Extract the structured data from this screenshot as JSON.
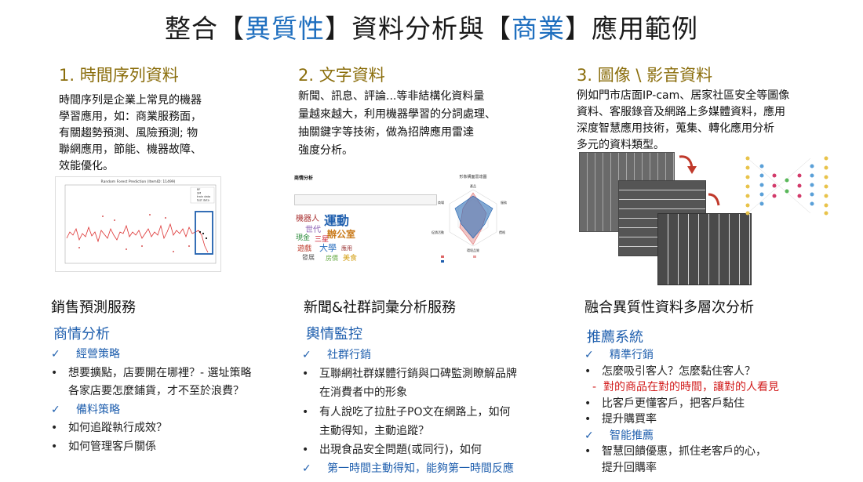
{
  "title": {
    "p1": "整合【",
    "h1": "異質性",
    "p2": "】資料分析與【",
    "h2": "商業",
    "p3": "】應用範例"
  },
  "col1": {
    "heading": "1. 時間序列資料",
    "desc": [
      "時間序列是企業上常見的機器",
      "學習應用，如：商業服務面，",
      "有關趨勢預測、風險預測; 物",
      "聯網應用，節能、機器故障、",
      "效能優化。"
    ],
    "chart_title": "Random Forest Prediction (ItemID: 11499)",
    "legend": [
      "RF",
      "SM",
      "train data",
      "test data"
    ],
    "service": "銷售預測服務",
    "cat": "商情分析",
    "items": [
      {
        "mark": "✓",
        "text": "經營策略",
        "style": "check"
      },
      {
        "mark": "•",
        "text": "想要擴點，店要開在哪裡？- 選址策略",
        "style": "plain"
      },
      {
        "mark": "",
        "text": "各家店要怎麼鋪貨，才不至於浪費？",
        "style": "plain"
      },
      {
        "mark": "✓",
        "text": "備料策略",
        "style": "check"
      },
      {
        "mark": "•",
        "text": "如何追蹤執行成效？",
        "style": "plain"
      },
      {
        "mark": "•",
        "text": "如何管理客戶關係",
        "style": "plain"
      }
    ]
  },
  "col2": {
    "heading": "2. 文字資料",
    "desc": [
      "新聞、訊息、評論...等非結構化資料量",
      "量越來越大，利用機器學習的分詞處理、",
      "抽關鍵字等技術，做為招牌應用雷達",
      "強度分析。"
    ],
    "panel_title": "商情分析",
    "radar_title": "形象構面雷達圖",
    "radar_labels": [
      "產品",
      "服務",
      "價格",
      "環境品質",
      "促銷活動",
      "商場"
    ],
    "wordcloud": [
      "機器人",
      "運動",
      "世代",
      "辦公室",
      "現金",
      "三星",
      "遊戲",
      "大學",
      "發展",
      "房價",
      "美食",
      "應用"
    ],
    "service": "新聞&社群詞彙分析服務",
    "cat": "輿情監控",
    "items": [
      {
        "mark": "✓",
        "text": "社群行銷",
        "style": "check"
      },
      {
        "mark": "•",
        "text": "互聯網社群媒體行銷與口碑監測瞭解品牌",
        "style": "plain"
      },
      {
        "mark": "",
        "text": "在消費者中的形象",
        "style": "plain"
      },
      {
        "mark": "•",
        "text": "有人說吃了拉肚子PO文在網路上，如何",
        "style": "plain"
      },
      {
        "mark": "",
        "text": "主動得知，主動追蹤？",
        "style": "plain"
      },
      {
        "mark": "•",
        "text": "出現食品安全問題(或同行)，如何",
        "style": "plain"
      },
      {
        "mark": "✓",
        "text": "第一時間主動得知，能夠第一時間反應",
        "style": "check"
      }
    ]
  },
  "col3": {
    "heading": "3. 圖像 \\ 影音資料",
    "desc": [
      "例如門市店面IP-cam、居家社區安全等圖像",
      "資料、客服錄音及網路上多媒體資料，應用",
      "深度智慧應用技術，蒐集、轉化應用分析",
      "多元的資料類型。"
    ],
    "service": "融合異質性資料多層次分析",
    "cat": "推薦系統",
    "items": [
      {
        "mark": "✓",
        "text": "精準行銷",
        "style": "check"
      },
      {
        "mark": "•",
        "text": "怎麼吸引客人？怎麼黏住客人？",
        "style": "plain"
      },
      {
        "mark": "-",
        "text": "對的商品在對的時間，讓對的人看見",
        "style": "red"
      },
      {
        "mark": "•",
        "text": "比客戶更懂客戶，把客戶黏住",
        "style": "plain"
      },
      {
        "mark": "•",
        "text": "提升購買率",
        "style": "plain"
      },
      {
        "mark": "✓",
        "text": "智能推薦",
        "style": "check"
      },
      {
        "mark": "•",
        "text": "智慧回饋優惠，抓住老客戶的心，",
        "style": "plain"
      },
      {
        "mark": "",
        "text": "提升回購率",
        "style": "plain"
      }
    ]
  }
}
